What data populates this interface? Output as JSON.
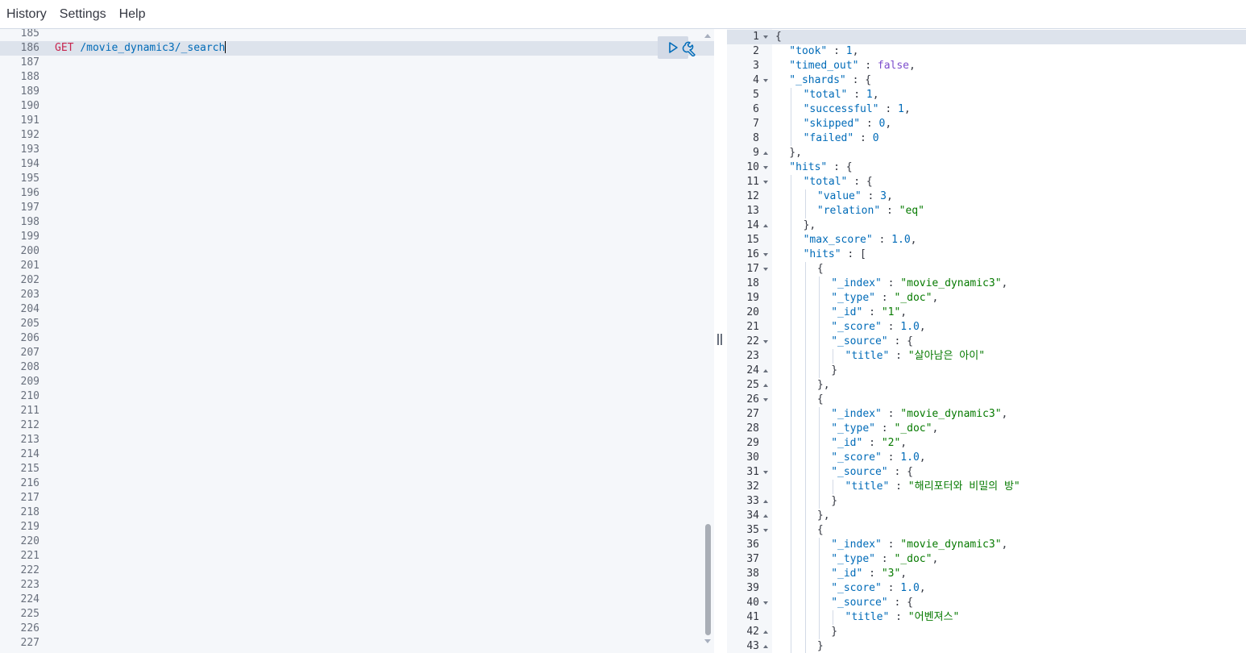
{
  "menu": [
    "History",
    "Settings",
    "Help"
  ],
  "request": {
    "method": "GET",
    "path": "/movie_dynamic3/_search",
    "line_numbers": [
      185,
      186,
      187,
      188,
      189,
      190,
      191,
      192,
      193,
      194,
      195,
      196,
      197,
      198,
      199,
      200,
      201,
      202,
      203,
      204,
      205,
      206,
      207,
      208,
      209,
      210,
      211,
      212,
      213,
      214,
      215,
      216,
      217,
      218,
      219,
      220,
      221,
      222,
      223,
      224,
      225,
      226,
      227
    ],
    "active_line": 186
  },
  "response": {
    "lines": [
      {
        "n": 1,
        "fold": "down",
        "indent": 0,
        "parts": [
          [
            "p",
            "{"
          ]
        ]
      },
      {
        "n": 2,
        "indent": 1,
        "parts": [
          [
            "k",
            "\"took\""
          ],
          [
            "p",
            " : "
          ],
          [
            "n",
            "1"
          ],
          [
            "p",
            ","
          ]
        ]
      },
      {
        "n": 3,
        "indent": 1,
        "parts": [
          [
            "k",
            "\"timed_out\""
          ],
          [
            "p",
            " : "
          ],
          [
            "b",
            "false"
          ],
          [
            "p",
            ","
          ]
        ]
      },
      {
        "n": 4,
        "fold": "down",
        "indent": 1,
        "parts": [
          [
            "k",
            "\"_shards\""
          ],
          [
            "p",
            " : {"
          ]
        ]
      },
      {
        "n": 5,
        "indent": 2,
        "parts": [
          [
            "k",
            "\"total\""
          ],
          [
            "p",
            " : "
          ],
          [
            "n",
            "1"
          ],
          [
            "p",
            ","
          ]
        ]
      },
      {
        "n": 6,
        "indent": 2,
        "parts": [
          [
            "k",
            "\"successful\""
          ],
          [
            "p",
            " : "
          ],
          [
            "n",
            "1"
          ],
          [
            "p",
            ","
          ]
        ]
      },
      {
        "n": 7,
        "indent": 2,
        "parts": [
          [
            "k",
            "\"skipped\""
          ],
          [
            "p",
            " : "
          ],
          [
            "n",
            "0"
          ],
          [
            "p",
            ","
          ]
        ]
      },
      {
        "n": 8,
        "indent": 2,
        "parts": [
          [
            "k",
            "\"failed\""
          ],
          [
            "p",
            " : "
          ],
          [
            "n",
            "0"
          ]
        ]
      },
      {
        "n": 9,
        "fold": "up",
        "indent": 1,
        "parts": [
          [
            "p",
            "},"
          ]
        ]
      },
      {
        "n": 10,
        "fold": "down",
        "indent": 1,
        "parts": [
          [
            "k",
            "\"hits\""
          ],
          [
            "p",
            " : {"
          ]
        ]
      },
      {
        "n": 11,
        "fold": "down",
        "indent": 2,
        "parts": [
          [
            "k",
            "\"total\""
          ],
          [
            "p",
            " : {"
          ]
        ]
      },
      {
        "n": 12,
        "indent": 3,
        "parts": [
          [
            "k",
            "\"value\""
          ],
          [
            "p",
            " : "
          ],
          [
            "n",
            "3"
          ],
          [
            "p",
            ","
          ]
        ]
      },
      {
        "n": 13,
        "indent": 3,
        "parts": [
          [
            "k",
            "\"relation\""
          ],
          [
            "p",
            " : "
          ],
          [
            "s",
            "\"eq\""
          ]
        ]
      },
      {
        "n": 14,
        "fold": "up",
        "indent": 2,
        "parts": [
          [
            "p",
            "},"
          ]
        ]
      },
      {
        "n": 15,
        "indent": 2,
        "parts": [
          [
            "k",
            "\"max_score\""
          ],
          [
            "p",
            " : "
          ],
          [
            "n",
            "1.0"
          ],
          [
            "p",
            ","
          ]
        ]
      },
      {
        "n": 16,
        "fold": "down",
        "indent": 2,
        "parts": [
          [
            "k",
            "\"hits\""
          ],
          [
            "p",
            " : ["
          ]
        ]
      },
      {
        "n": 17,
        "fold": "down",
        "indent": 3,
        "parts": [
          [
            "p",
            "{"
          ]
        ]
      },
      {
        "n": 18,
        "indent": 4,
        "parts": [
          [
            "k",
            "\"_index\""
          ],
          [
            "p",
            " : "
          ],
          [
            "s",
            "\"movie_dynamic3\""
          ],
          [
            "p",
            ","
          ]
        ]
      },
      {
        "n": 19,
        "indent": 4,
        "parts": [
          [
            "k",
            "\"_type\""
          ],
          [
            "p",
            " : "
          ],
          [
            "s",
            "\"_doc\""
          ],
          [
            "p",
            ","
          ]
        ]
      },
      {
        "n": 20,
        "indent": 4,
        "parts": [
          [
            "k",
            "\"_id\""
          ],
          [
            "p",
            " : "
          ],
          [
            "s",
            "\"1\""
          ],
          [
            "p",
            ","
          ]
        ]
      },
      {
        "n": 21,
        "indent": 4,
        "parts": [
          [
            "k",
            "\"_score\""
          ],
          [
            "p",
            " : "
          ],
          [
            "n",
            "1.0"
          ],
          [
            "p",
            ","
          ]
        ]
      },
      {
        "n": 22,
        "fold": "down",
        "indent": 4,
        "parts": [
          [
            "k",
            "\"_source\""
          ],
          [
            "p",
            " : {"
          ]
        ]
      },
      {
        "n": 23,
        "indent": 5,
        "parts": [
          [
            "k",
            "\"title\""
          ],
          [
            "p",
            " : "
          ],
          [
            "s",
            "\"살아남은 아이\""
          ]
        ]
      },
      {
        "n": 24,
        "fold": "up",
        "indent": 4,
        "parts": [
          [
            "p",
            "}"
          ]
        ]
      },
      {
        "n": 25,
        "fold": "up",
        "indent": 3,
        "parts": [
          [
            "p",
            "},"
          ]
        ]
      },
      {
        "n": 26,
        "fold": "down",
        "indent": 3,
        "parts": [
          [
            "p",
            "{"
          ]
        ]
      },
      {
        "n": 27,
        "indent": 4,
        "parts": [
          [
            "k",
            "\"_index\""
          ],
          [
            "p",
            " : "
          ],
          [
            "s",
            "\"movie_dynamic3\""
          ],
          [
            "p",
            ","
          ]
        ]
      },
      {
        "n": 28,
        "indent": 4,
        "parts": [
          [
            "k",
            "\"_type\""
          ],
          [
            "p",
            " : "
          ],
          [
            "s",
            "\"_doc\""
          ],
          [
            "p",
            ","
          ]
        ]
      },
      {
        "n": 29,
        "indent": 4,
        "parts": [
          [
            "k",
            "\"_id\""
          ],
          [
            "p",
            " : "
          ],
          [
            "s",
            "\"2\""
          ],
          [
            "p",
            ","
          ]
        ]
      },
      {
        "n": 30,
        "indent": 4,
        "parts": [
          [
            "k",
            "\"_score\""
          ],
          [
            "p",
            " : "
          ],
          [
            "n",
            "1.0"
          ],
          [
            "p",
            ","
          ]
        ]
      },
      {
        "n": 31,
        "fold": "down",
        "indent": 4,
        "parts": [
          [
            "k",
            "\"_source\""
          ],
          [
            "p",
            " : {"
          ]
        ]
      },
      {
        "n": 32,
        "indent": 5,
        "parts": [
          [
            "k",
            "\"title\""
          ],
          [
            "p",
            " : "
          ],
          [
            "s",
            "\"해리포터와 비밀의 방\""
          ]
        ]
      },
      {
        "n": 33,
        "fold": "up",
        "indent": 4,
        "parts": [
          [
            "p",
            "}"
          ]
        ]
      },
      {
        "n": 34,
        "fold": "up",
        "indent": 3,
        "parts": [
          [
            "p",
            "},"
          ]
        ]
      },
      {
        "n": 35,
        "fold": "down",
        "indent": 3,
        "parts": [
          [
            "p",
            "{"
          ]
        ]
      },
      {
        "n": 36,
        "indent": 4,
        "parts": [
          [
            "k",
            "\"_index\""
          ],
          [
            "p",
            " : "
          ],
          [
            "s",
            "\"movie_dynamic3\""
          ],
          [
            "p",
            ","
          ]
        ]
      },
      {
        "n": 37,
        "indent": 4,
        "parts": [
          [
            "k",
            "\"_type\""
          ],
          [
            "p",
            " : "
          ],
          [
            "s",
            "\"_doc\""
          ],
          [
            "p",
            ","
          ]
        ]
      },
      {
        "n": 38,
        "indent": 4,
        "parts": [
          [
            "k",
            "\"_id\""
          ],
          [
            "p",
            " : "
          ],
          [
            "s",
            "\"3\""
          ],
          [
            "p",
            ","
          ]
        ]
      },
      {
        "n": 39,
        "indent": 4,
        "parts": [
          [
            "k",
            "\"_score\""
          ],
          [
            "p",
            " : "
          ],
          [
            "n",
            "1.0"
          ],
          [
            "p",
            ","
          ]
        ]
      },
      {
        "n": 40,
        "fold": "down",
        "indent": 4,
        "parts": [
          [
            "k",
            "\"_source\""
          ],
          [
            "p",
            " : {"
          ]
        ]
      },
      {
        "n": 41,
        "indent": 5,
        "parts": [
          [
            "k",
            "\"title\""
          ],
          [
            "p",
            " : "
          ],
          [
            "s",
            "\"어벤져스\""
          ]
        ]
      },
      {
        "n": 42,
        "fold": "up",
        "indent": 4,
        "parts": [
          [
            "p",
            "}"
          ]
        ]
      },
      {
        "n": 43,
        "fold": "up",
        "indent": 3,
        "parts": [
          [
            "p",
            "}"
          ]
        ]
      }
    ]
  },
  "icons": {
    "run": "play-icon",
    "settings": "wrench-icon"
  }
}
